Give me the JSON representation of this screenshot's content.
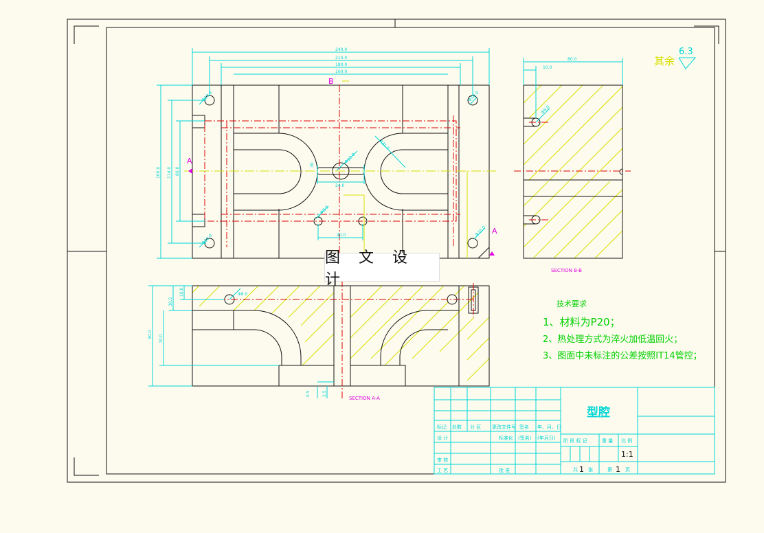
{
  "colors": {
    "background": "#fdfbee",
    "outline": "#111111",
    "dimension": "#00d6d6",
    "centerline": "#e00000",
    "hatch": "#d8e000",
    "notes": "#00d000",
    "section_label": "#e000e0",
    "title_block": "#00d6d6"
  },
  "watermark": "图 文 设 计",
  "roughness": {
    "prefix": "其余",
    "value": "6.3"
  },
  "top_view": {
    "overall_dims": [
      "240.0",
      "214.0",
      "180.0",
      "160.0"
    ],
    "right_dims": [
      "100.0",
      "114.0",
      "80.0"
    ],
    "center_dims": [
      "30",
      "Φ12.0",
      "24.0",
      "R31.0"
    ],
    "small_dims": [
      "2-Φ8.0",
      "40.0",
      "Φ10.0"
    ],
    "section_markers": {
      "a_left": "A",
      "a_right": "A",
      "b": "B"
    }
  },
  "side_view": {
    "dims": [
      "80.0",
      "10.0",
      "Φ8.0"
    ],
    "label": "SECTION B-B"
  },
  "section_view": {
    "dims": [
      "10.0",
      "30.5",
      "70.0",
      "90.0",
      "Φ8.0",
      "0.5",
      "2.5"
    ],
    "label": "SECTION A-A"
  },
  "notes": {
    "heading": "技术要求",
    "items": [
      "1、材料为P20；",
      "2、热处理方式为淬火加低温回火；",
      "3、图面中未标注的公差按照IT14管控；"
    ]
  },
  "title_block": {
    "part_name": "型腔",
    "row_labels_top": [
      "标记",
      "处数",
      "分  区",
      "更改文件号",
      "签名",
      "年、月、日"
    ],
    "row_labels_mid": [
      "设  计",
      "",
      "标准化",
      "(签名)",
      "(年月日)"
    ],
    "stage_labels": [
      "阶 段 标 记",
      "重 量",
      "比 例"
    ],
    "scale": "1:1",
    "row_labels_bottom": [
      "审  核",
      "工  艺",
      "批  准"
    ],
    "sheet_total_label": "共",
    "sheet_total": "1",
    "sheet_total_unit": "张",
    "sheet_num_label": "第",
    "sheet_num": "1",
    "sheet_num_unit": "页"
  }
}
